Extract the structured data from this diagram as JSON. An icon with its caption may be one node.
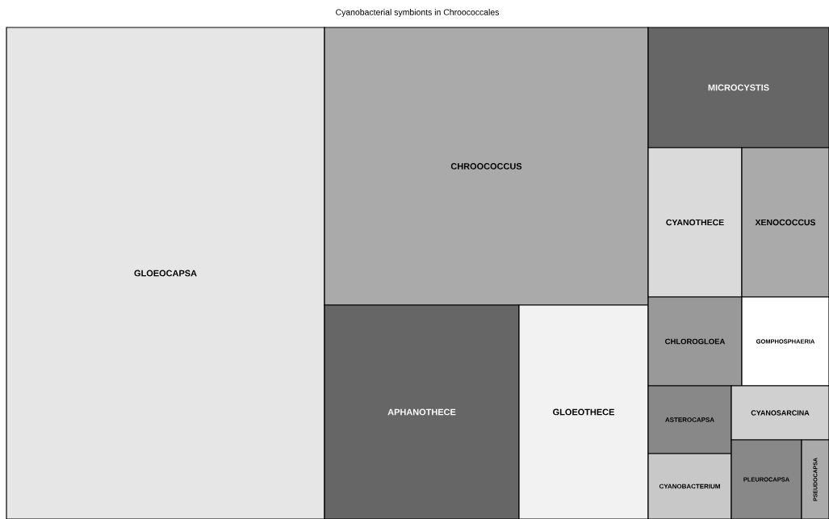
{
  "diagram": {
    "title": "Cyanobacterial symbionts in Chroococcales",
    "nodes": [
      {
        "text": [
          "GLOEOCAPSA"
        ]
      },
      {
        "text": [
          "CHROOCOCCUS"
        ]
      },
      {
        "text": [
          "APHANOTHECE"
        ]
      },
      {
        "text": [
          "GLOEOTHECE"
        ]
      },
      {
        "text": [
          "MICROCYSTIS"
        ]
      },
      {
        "text": [
          "CYANOTHECE"
        ]
      },
      {
        "text": [
          "XENOCOCCUS"
        ]
      },
      {
        "text": [
          "CHLOROGLOEA"
        ]
      },
      {
        "text": [
          "GOMPHOSPHAERIA"
        ]
      },
      {
        "text": [
          "ASTEROCAPSA"
        ]
      },
      {
        "text": [
          "CYANOSARCINA"
        ]
      },
      {
        "text": [
          "CYANOBACTERIUM"
        ]
      },
      {
        "text": [
          "PLEUROCAPSA"
        ]
      },
      {
        "text": [
          "PSEUDOCAPSA"
        ]
      }
    ]
  }
}
